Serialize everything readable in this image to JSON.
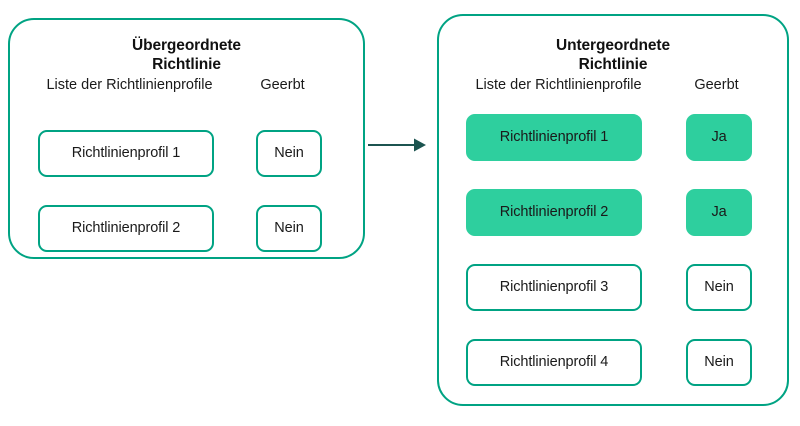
{
  "diagram": {
    "title_text_colour": "#111111",
    "accent_colour": "#00a383",
    "fill_colour": "#2ecf9e",
    "arrow_colour": "#1c5450",
    "background_colour": "#ffffff"
  },
  "parent_panel": {
    "title": "Übergeordnete\nRichtlinie",
    "columns": {
      "profiles": "Liste der Richtlinienprofile",
      "inherited": "Geerbt"
    },
    "rows": [
      {
        "profile": "Richtlinienprofil 1",
        "inherited": "Nein",
        "highlighted": false
      },
      {
        "profile": "Richtlinienprofil 2",
        "inherited": "Nein",
        "highlighted": false
      }
    ]
  },
  "child_panel": {
    "title": "Untergeordnete\nRichtlinie",
    "columns": {
      "profiles": "Liste der Richtlinienprofile",
      "inherited": "Geerbt"
    },
    "rows": [
      {
        "profile": "Richtlinienprofil 1",
        "inherited": "Ja",
        "highlighted": true
      },
      {
        "profile": "Richtlinienprofil 2",
        "inherited": "Ja",
        "highlighted": true
      },
      {
        "profile": "Richtlinienprofil 3",
        "inherited": "Nein",
        "highlighted": false
      },
      {
        "profile": "Richtlinienprofil 4",
        "inherited": "Nein",
        "highlighted": false
      }
    ]
  },
  "connector": {
    "icon": "arrow-right-icon"
  }
}
